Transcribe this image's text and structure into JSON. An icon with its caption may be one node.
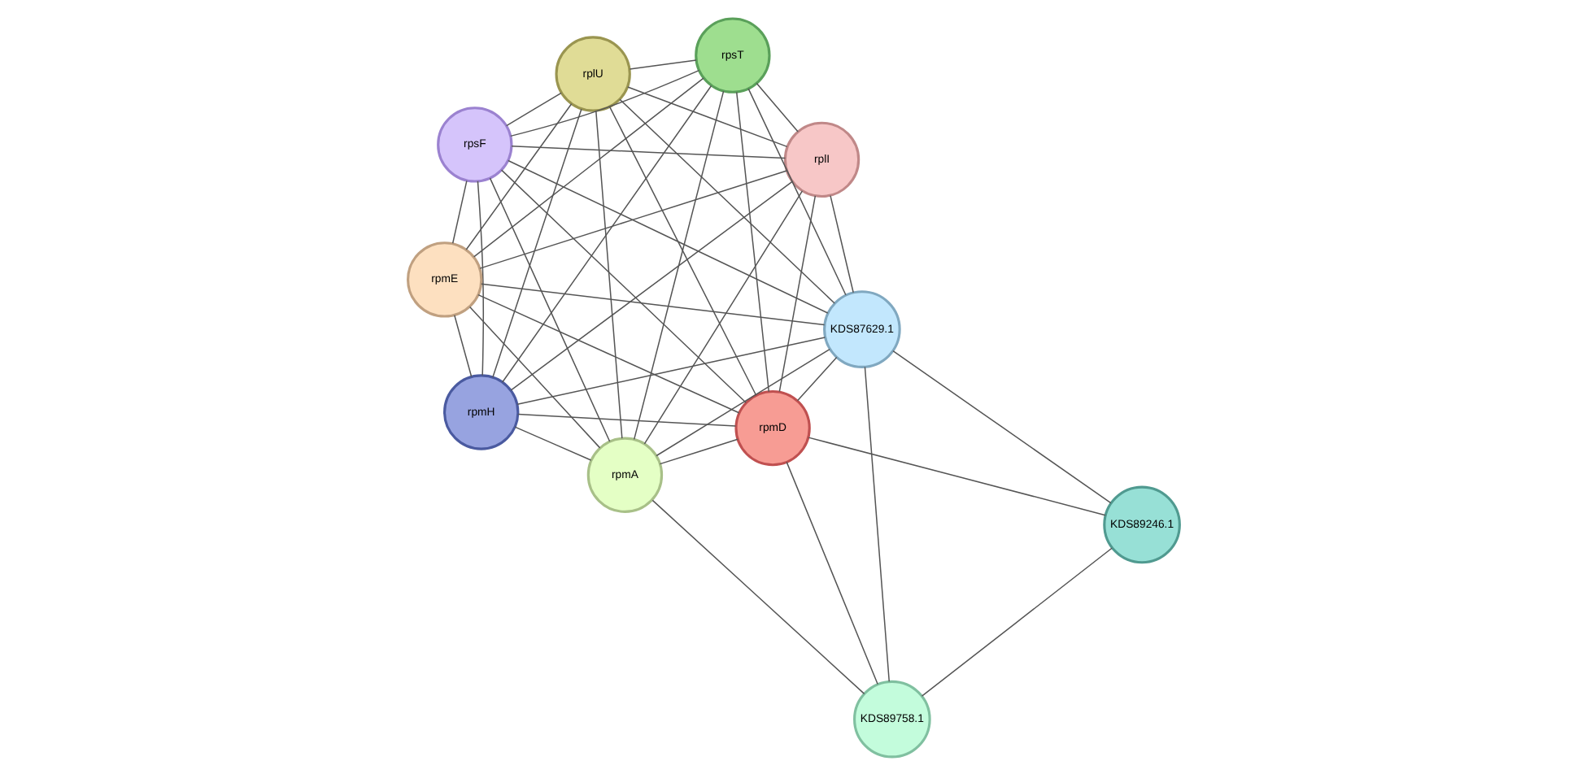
{
  "diagram": {
    "nodes": [
      {
        "text": [
          "rpsF"
        ]
      },
      {
        "text": [
          "rplI"
        ]
      },
      {
        "text": [
          "rpmH"
        ]
      },
      {
        "text": [
          "rplU"
        ]
      },
      {
        "text": [
          "rpsT"
        ]
      },
      {
        "text": [
          "rpmA"
        ]
      },
      {
        "text": [
          "rpmE"
        ]
      },
      {
        "text": [
          "KDS87629.1"
        ]
      },
      {
        "text": [
          "rpmD"
        ]
      },
      {
        "text": [
          "KDS89246.1"
        ]
      },
      {
        "text": [
          "KDS89758.1"
        ]
      }
    ],
    "edges": [
      {
        "from": 0,
        "to": 1,
        "arrow": "none"
      },
      {
        "from": 0,
        "to": 2,
        "arrow": "none"
      },
      {
        "from": 0,
        "to": 3,
        "arrow": "none"
      },
      {
        "from": 0,
        "to": 4,
        "arrow": "none"
      },
      {
        "from": 0,
        "to": 5,
        "arrow": "none"
      },
      {
        "from": 0,
        "to": 6,
        "arrow": "none"
      },
      {
        "from": 0,
        "to": 7,
        "arrow": "none"
      },
      {
        "from": 0,
        "to": 8,
        "arrow": "none"
      },
      {
        "from": 1,
        "to": 2,
        "arrow": "none"
      },
      {
        "from": 1,
        "to": 3,
        "arrow": "none"
      },
      {
        "from": 1,
        "to": 4,
        "arrow": "none"
      },
      {
        "from": 1,
        "to": 5,
        "arrow": "none"
      },
      {
        "from": 1,
        "to": 6,
        "arrow": "none"
      },
      {
        "from": 1,
        "to": 7,
        "arrow": "none"
      },
      {
        "from": 1,
        "to": 8,
        "arrow": "none"
      },
      {
        "from": 2,
        "to": 3,
        "arrow": "none"
      },
      {
        "from": 2,
        "to": 4,
        "arrow": "none"
      },
      {
        "from": 2,
        "to": 5,
        "arrow": "none"
      },
      {
        "from": 2,
        "to": 6,
        "arrow": "none"
      },
      {
        "from": 2,
        "to": 7,
        "arrow": "none"
      },
      {
        "from": 2,
        "to": 8,
        "arrow": "none"
      },
      {
        "from": 3,
        "to": 4,
        "arrow": "none"
      },
      {
        "from": 3,
        "to": 5,
        "arrow": "none"
      },
      {
        "from": 3,
        "to": 6,
        "arrow": "none"
      },
      {
        "from": 3,
        "to": 7,
        "arrow": "none"
      },
      {
        "from": 3,
        "to": 8,
        "arrow": "none"
      },
      {
        "from": 4,
        "to": 5,
        "arrow": "none"
      },
      {
        "from": 4,
        "to": 6,
        "arrow": "none"
      },
      {
        "from": 4,
        "to": 7,
        "arrow": "none"
      },
      {
        "from": 4,
        "to": 8,
        "arrow": "none"
      },
      {
        "from": 5,
        "to": 6,
        "arrow": "none"
      },
      {
        "from": 5,
        "to": 7,
        "arrow": "none"
      },
      {
        "from": 5,
        "to": 8,
        "arrow": "none"
      },
      {
        "from": 5,
        "to": 10,
        "arrow": "none"
      },
      {
        "from": 6,
        "to": 7,
        "arrow": "none"
      },
      {
        "from": 6,
        "to": 8,
        "arrow": "none"
      },
      {
        "from": 7,
        "to": 8,
        "arrow": "none"
      },
      {
        "from": 7,
        "to": 9,
        "arrow": "none"
      },
      {
        "from": 7,
        "to": 10,
        "arrow": "none"
      },
      {
        "from": 8,
        "to": 9,
        "arrow": "none"
      },
      {
        "from": 8,
        "to": 10,
        "arrow": "none"
      },
      {
        "from": 9,
        "to": 10,
        "arrow": "none"
      }
    ]
  }
}
